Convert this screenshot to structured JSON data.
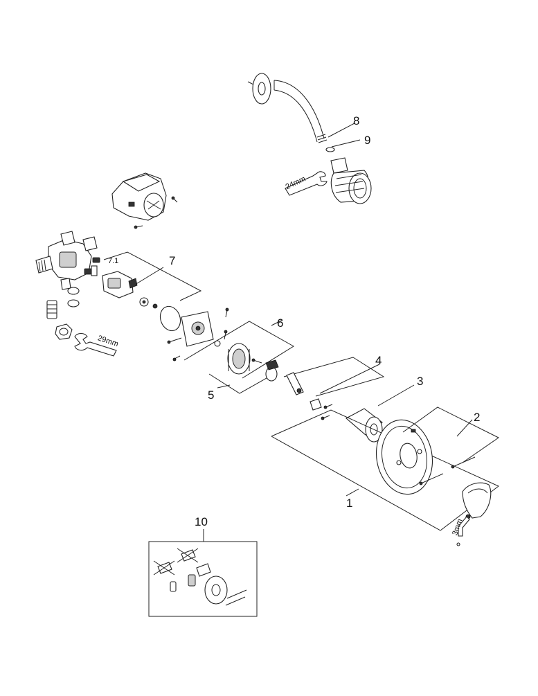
{
  "callouts": {
    "c1": "1",
    "c2": "2",
    "c3": "3",
    "c4": "4",
    "c5": "5",
    "c6": "6",
    "c7": "7",
    "c7_1": "7.1",
    "c8": "8",
    "c9": "9",
    "c10": "10"
  },
  "wrench_sizes": {
    "shower_nut": "24mm",
    "valve_nut": "29mm",
    "hex_key": "3mm"
  }
}
